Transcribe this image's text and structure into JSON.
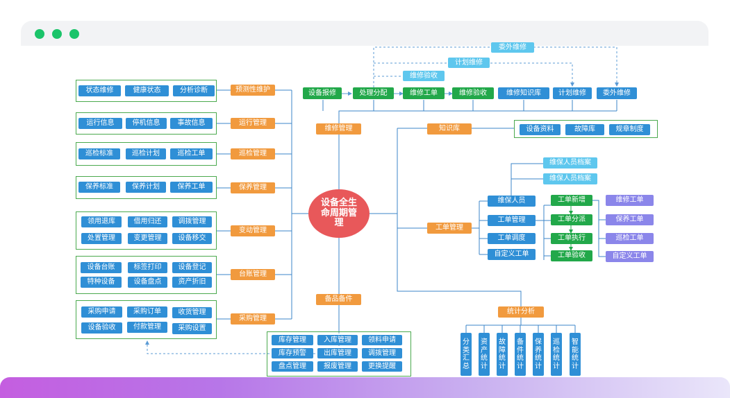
{
  "colors": {
    "blue": "#2f8fd6",
    "orange": "#f19a3e",
    "green": "#22a84a",
    "sky": "#5ec7ee",
    "purple": "#8b86ea",
    "center": "#e8585a",
    "window_dot": "#1bc46a"
  },
  "center_label": "设备全生命周期管理",
  "left_branches": {
    "predictive": {
      "label": "预测性维护",
      "items": [
        "状态维修",
        "健康状态",
        "分析诊断"
      ]
    },
    "operation": {
      "label": "运行管理",
      "items": [
        "运行信息",
        "停机信息",
        "事故信息"
      ]
    },
    "inspection": {
      "label": "巡检管理",
      "items": [
        "巡检标准",
        "巡检计划",
        "巡检工单"
      ]
    },
    "maintenance": {
      "label": "保养管理",
      "items": [
        "保养标准",
        "保养计划",
        "保养工单"
      ]
    },
    "change": {
      "label": "变动管理",
      "items": [
        "领用退库",
        "借用归还",
        "调拨管理",
        "处置管理",
        "变更管理",
        "设备移交"
      ]
    },
    "ledger": {
      "label": "台账管理",
      "items": [
        "设备台账",
        "标签打印",
        "设备登记",
        "特种设备",
        "设备盘点",
        "资产折旧"
      ]
    },
    "purchase": {
      "label": "采购管理",
      "items": [
        "采购申请",
        "采购订单",
        "收货管理",
        "设备验收",
        "付款管理",
        "采购设置"
      ]
    }
  },
  "repair": {
    "label": "维修管理",
    "flow": [
      "设备报修",
      "处理分配",
      "维修工单",
      "维修验收",
      "维修知识库",
      "计划维修",
      "委外维修"
    ],
    "top_sub": [
      "委外维修",
      "计划维修",
      "维修验收"
    ]
  },
  "spare": {
    "label": "备品备件",
    "items": [
      "库存管理",
      "入库管理",
      "领料申请",
      "库存预警",
      "出库管理",
      "调拨管理",
      "盘点管理",
      "报废管理",
      "更换提醒"
    ]
  },
  "knowledge": {
    "label": "知识库",
    "items": [
      "设备资料",
      "故障库",
      "规章制度"
    ]
  },
  "workorder": {
    "label": "工单管理",
    "archives": [
      "维保人员档案",
      "维保人员档案"
    ],
    "left": [
      "维保人员",
      "工单管理",
      "工单调度",
      "自定义工单"
    ],
    "flow": [
      "工单新增",
      "工单分派",
      "工单执行",
      "工单验收"
    ],
    "types": [
      "维修工单",
      "保养工单",
      "巡检工单",
      "自定义工单"
    ]
  },
  "stats": {
    "label": "统计分析",
    "items": [
      "分类汇总",
      "资产统计",
      "故障统计",
      "备件统计",
      "保养统计",
      "巡检统计",
      "智能统计"
    ]
  }
}
